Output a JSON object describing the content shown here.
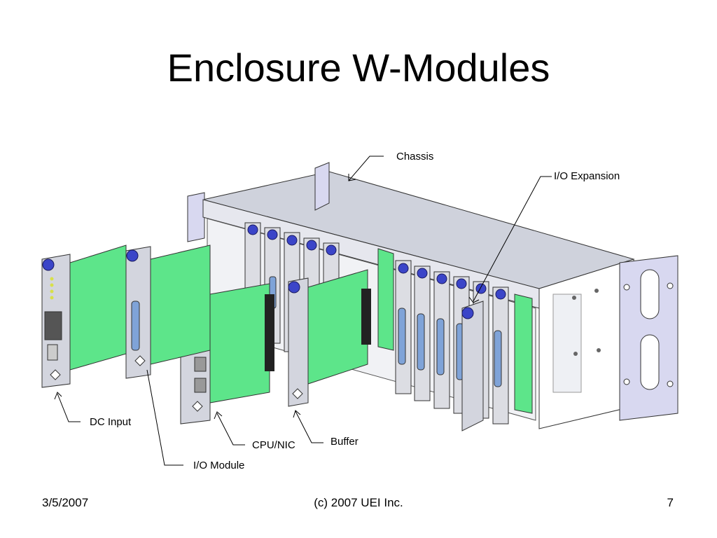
{
  "slide": {
    "title": "Enclosure W-Modules",
    "footer": {
      "date": "3/5/2007",
      "copyright": "(c) 2007 UEI Inc.",
      "page_number": "7"
    }
  },
  "figure": {
    "callouts": {
      "chassis": "Chassis",
      "io_expansion": "I/O Expansion",
      "dc_input": "DC Input",
      "cpu_nic": "CPU/NIC",
      "buffer": "Buffer",
      "io_module": "I/O Module"
    },
    "colors": {
      "board_green": "#5de58a",
      "metal_gray": "#c9cdd6",
      "chassis_lavender": "#d8d8f0",
      "knob_blue": "#3b45c8"
    }
  }
}
